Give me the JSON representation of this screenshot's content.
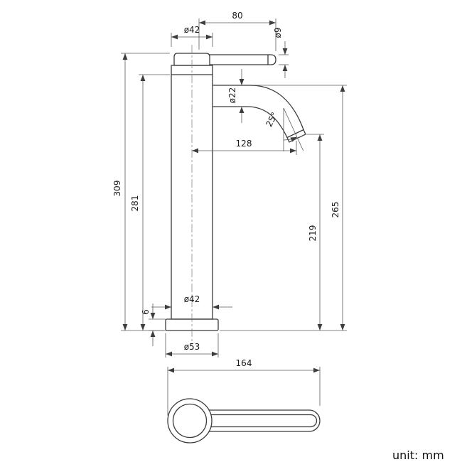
{
  "unit_note": "unit: mm",
  "dimensions": {
    "handle_length": "80",
    "top_diameter": "ø42",
    "handle_rod_diameter": "ø9",
    "spout_tube_diameter": "ø22",
    "spout_angle": "25°",
    "spout_reach": "128",
    "total_height": "309",
    "body_height": "281",
    "spout_top_height": "265",
    "spout_outlet_height": "219",
    "lower_body_diameter": "ø42",
    "base_plate_thickness": "6",
    "base_diameter": "ø53",
    "handle_overall_length": "164"
  }
}
